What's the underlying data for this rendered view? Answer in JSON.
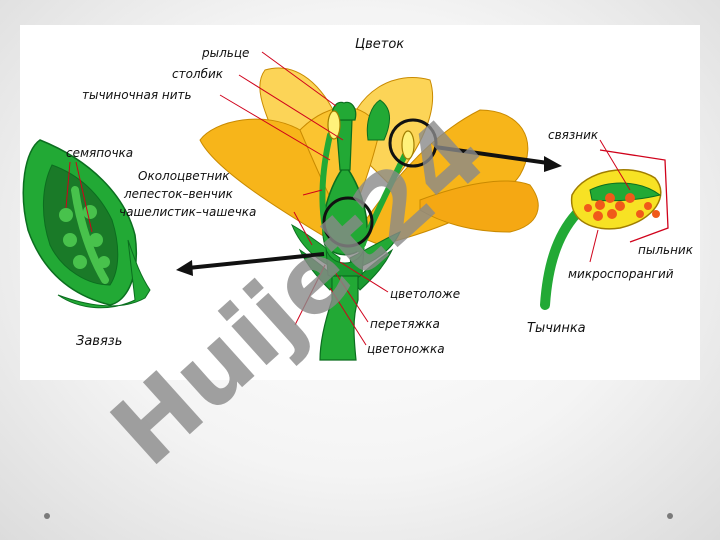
{
  "diagram": {
    "labels": {
      "flower": "Цветок",
      "stigma": "рыльце",
      "style": "столбик",
      "filament": "тычиночная нить",
      "ovule": "семяпочка",
      "perianth": "Околоцветник",
      "petal_corolla": "лепесток–венчик",
      "sepal_calyx": "чашелистик–чашечка",
      "connective": "связник",
      "anther": "пыльник",
      "microsporangium": "микроспорангий",
      "receptacle": "цветоложе",
      "constriction": "перетяжка",
      "pedicel": "цветоножка",
      "ovary": "Завязь",
      "stamen": "Тычинка"
    },
    "watermark": "Huijet24"
  },
  "colors": {
    "petal": "#f7b51a",
    "petal_light": "#fcd457",
    "green_dark": "#0f8a2a",
    "green_mid": "#22a935",
    "green_light": "#48c24c",
    "leader_line": "#d0021b",
    "pollen": "#f05a1a",
    "watermark": "#8a8a8a"
  }
}
